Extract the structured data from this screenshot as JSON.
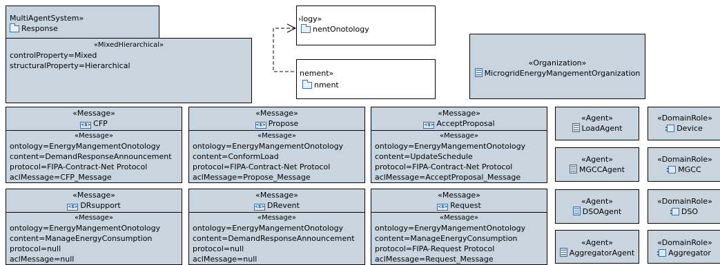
{
  "mas": {
    "title": "MultiAgentSystem»",
    "name": "Response"
  },
  "mixed": {
    "stereotype": "«MixedHierarchical»",
    "lines": [
      "controlProperty=Mixed",
      "structuralProperty=Hierarchical"
    ]
  },
  "ontology": {
    "stereotype": "›logy»",
    "name": "nentOnotology"
  },
  "environment": {
    "stereotype": "nement»",
    "name": "nment"
  },
  "organization": {
    "stereotype": "«Organization»",
    "name": "MicrogridEnergyMangementOrganization"
  },
  "messages": [
    {
      "stereotype": "«Message»",
      "name": "CFP",
      "sub": "«Message»",
      "attrs": [
        "ontology=EnergyMangementOnotology",
        "content=DemandResponseAnnouncement",
        "protocol=FIPA-Contract-Net Protocol",
        "aclMessage=CFP_Message"
      ]
    },
    {
      "stereotype": "«Message»",
      "name": "Propose",
      "sub": "«Message»",
      "attrs": [
        "ontology=EnergyMangementOnotology",
        "content=ConformLoad",
        "protocol=FIPA-Contract-Net Protocol",
        "aclMessage=Propose_Message"
      ]
    },
    {
      "stereotype": "«Message»",
      "name": "AcceptProposal",
      "sub": "«Message»",
      "attrs": [
        "ontology=EnergyMangementOnotology",
        "content=UpdateSchedule",
        "protocol=FIPA-Contract-Net Protocol",
        "aclMessage=AcceptProposal_Message"
      ]
    },
    {
      "stereotype": "«Message»",
      "name": "DRsupport",
      "sub": "«Message»",
      "attrs": [
        "ontology=EnergyMangementOnotology",
        "content=ManageEnergyConsumption",
        "protocol=null",
        "aclMessage=null"
      ]
    },
    {
      "stereotype": "«Message»",
      "name": "DRevent",
      "sub": "«Message»",
      "attrs": [
        "ontology=EnergyMangementOnotology",
        "content=DemandResponseAnnouncement",
        "protocol=null",
        "aclMessage=null"
      ]
    },
    {
      "stereotype": "«Message»",
      "name": "Request",
      "sub": "«Message»",
      "attrs": [
        "ontology=EnergyMangementOnotology",
        "content=ManageEnergyConsumption",
        "protocol=FIPA-Request Protocol",
        "aclMessage=Request_Message"
      ]
    }
  ],
  "agents": [
    {
      "stereotype": "«Agent»",
      "name": "LoadAgent"
    },
    {
      "stereotype": "«Agent»",
      "name": "MGCCAgent"
    },
    {
      "stereotype": "«Agent»",
      "name": "DSOAgent"
    },
    {
      "stereotype": "«Agent»",
      "name": "AggregatorAgent"
    }
  ],
  "roles": [
    {
      "stereotype": "«DomainRole»",
      "name": "Device"
    },
    {
      "stereotype": "«DomainRole»",
      "name": "MGCC"
    },
    {
      "stereotype": "«DomainRole»",
      "name": "DSO"
    },
    {
      "stereotype": "«DomainRole»",
      "name": "Aggregator"
    }
  ],
  "icons": {
    "package": "package-icon",
    "message": "message-icon",
    "class": "class-icon",
    "role": "role-component-icon"
  },
  "colors": {
    "fill": "#c9d5de",
    "border": "#000000",
    "icon": "#3d6fa0"
  }
}
